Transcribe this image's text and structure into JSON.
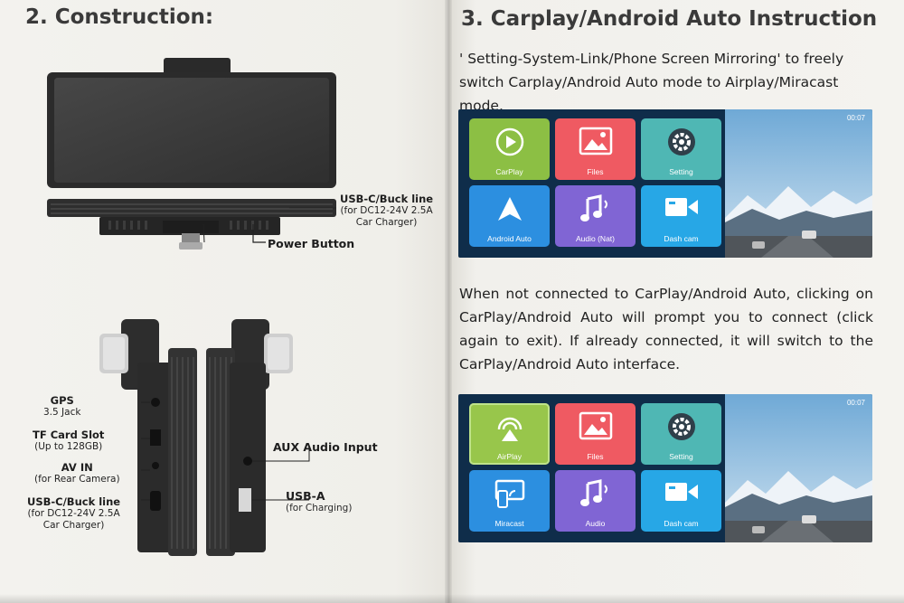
{
  "left": {
    "title": "2. Construction:",
    "labels": {
      "usbc_top_title": "USB-C/Buck line",
      "usbc_top_line1": "(for DC12-24V 2.5A",
      "usbc_top_line2": "Car Charger)",
      "power_button": "Power Button",
      "gps_title": "GPS",
      "gps_sub": "3.5 Jack",
      "tf_title": "TF Card Slot",
      "tf_sub": "(Up to 128GB)",
      "av_title": "AV IN",
      "av_sub": "(for Rear Camera)",
      "usbc_bottom_title": "USB-C/Buck line",
      "usbc_bottom_line1": "(for DC12-24V 2.5A",
      "usbc_bottom_line2": "Car Charger)",
      "aux": "AUX Audio Input",
      "usba_title": "USB-A",
      "usba_sub": "(for Charging)"
    }
  },
  "right": {
    "title": "3. Carplay/Android Auto Instruction",
    "para1": "' Setting-System-Link/Phone Screen Mirroring' to freely switch Carplay/Android Auto mode to Airplay/Miracast mode.",
    "para2": "When not connected to CarPlay/Android Auto, clicking on CarPlay/Android Auto will prompt you to connect (click again to exit). If already connected, it will switch to the CarPlay/Android Auto interface.",
    "screen1": {
      "clock": "00:07",
      "tiles": [
        "CarPlay",
        "Files",
        "Setting",
        "Android Auto",
        "Audio (Nat)",
        "Dash cam"
      ]
    },
    "screen2": {
      "clock": "00:07",
      "tiles": [
        "AirPlay",
        "Files",
        "Setting",
        "Miracast",
        "Audio",
        "Dash cam"
      ]
    }
  },
  "colors": {
    "tile_green": "#8cbf44",
    "tile_red": "#ef5a62",
    "tile_teal": "#4fb7b4",
    "tile_blue": "#2c8fe0",
    "tile_purple": "#8065d4",
    "tile_sky": "#27a7e6",
    "screen_bg": "#0f2d4a"
  },
  "icons": [
    "carplay-icon",
    "files-icon",
    "setting-icon",
    "android-auto-icon",
    "music-icon",
    "camera-icon",
    "airplay-icon",
    "miracast-icon"
  ]
}
